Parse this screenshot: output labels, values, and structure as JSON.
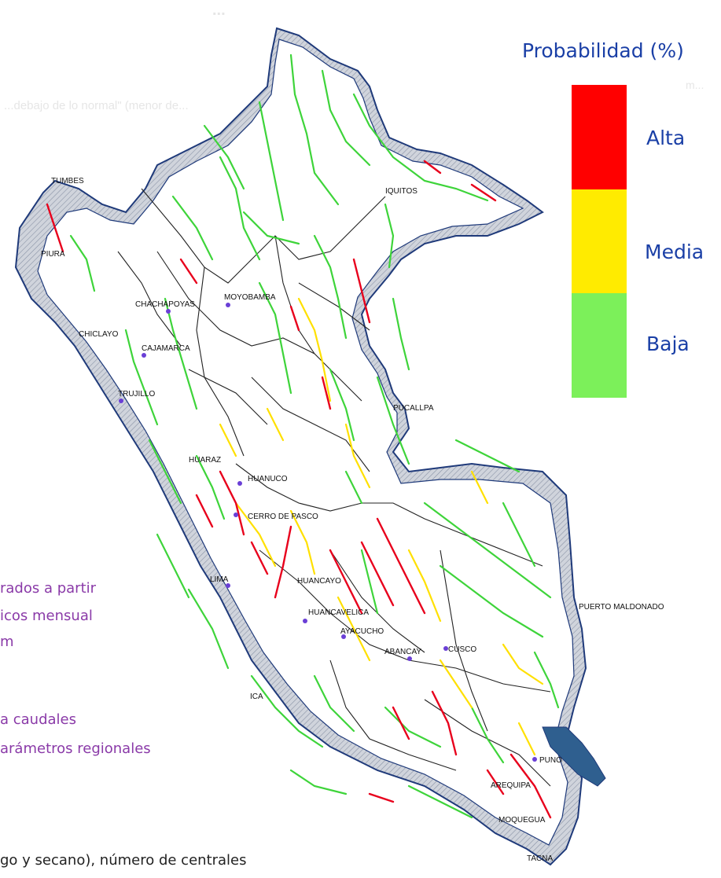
{
  "header": {
    "faded_title": "...",
    "faded_subtitle": "...debajo de lo normal\" (menor de...",
    "faded_corner": "m..."
  },
  "legend": {
    "title": "Probabilidad (%)",
    "levels": [
      {
        "label": "Alta",
        "color": "#ff0000"
      },
      {
        "label": "Media",
        "color": "#ffeb00"
      },
      {
        "label": "Baja",
        "color": "#7cf05a"
      }
    ]
  },
  "left_notes": [
    "rados a partir",
    "icos mensual",
    "m",
    "a caudales",
    "arámetros regionales"
  ],
  "bottom_note": "go y secano), número de centrales",
  "cities": [
    {
      "name": "TUMBES"
    },
    {
      "name": "PIURA"
    },
    {
      "name": "CHICLAYO"
    },
    {
      "name": "CHACHAPOYAS"
    },
    {
      "name": "MOYOBAMBA"
    },
    {
      "name": "CAJAMARCA"
    },
    {
      "name": "TRUJILLO"
    },
    {
      "name": "IQUITOS"
    },
    {
      "name": "PUCALLPA"
    },
    {
      "name": "HUARAZ"
    },
    {
      "name": "HUANUCO"
    },
    {
      "name": "CERRO DE PASCO"
    },
    {
      "name": "LIMA"
    },
    {
      "name": "HUANCAYO"
    },
    {
      "name": "HUANCAVELICA"
    },
    {
      "name": "AYACUCHO"
    },
    {
      "name": "ABANCAY"
    },
    {
      "name": "CUSCO"
    },
    {
      "name": "PUERTO MALDONADO"
    },
    {
      "name": "ICA"
    },
    {
      "name": "PUNO"
    },
    {
      "name": "AREQUIPA"
    },
    {
      "name": "MOQUEGUA"
    },
    {
      "name": "TACNA"
    }
  ],
  "colors": {
    "river_high": "#e8001c",
    "river_medium": "#ffe000",
    "river_low": "#3ed43a",
    "lake": "#2f5f8f",
    "border": "#1f3a7a"
  }
}
